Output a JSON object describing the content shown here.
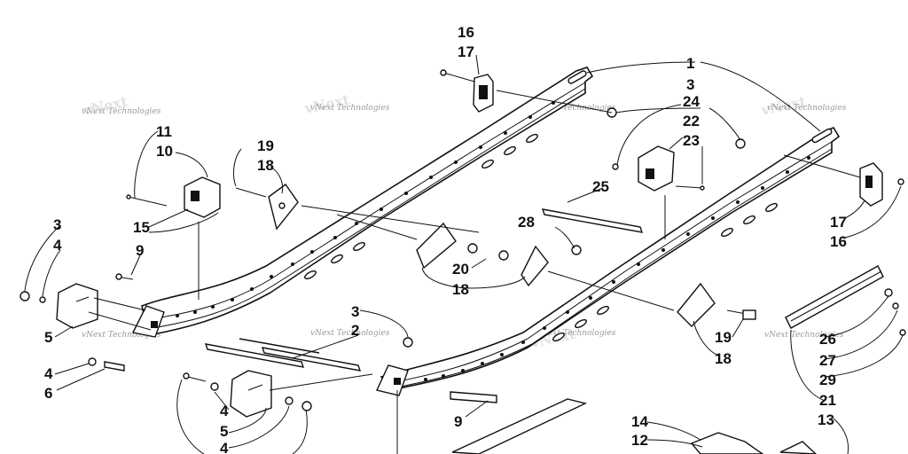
{
  "callouts": {
    "c1": "1",
    "c3a": "3",
    "c24": "24",
    "c22": "22",
    "c23": "23",
    "c25": "25",
    "c16a": "16",
    "c17a": "17",
    "c11": "11",
    "c10": "10",
    "c19a": "19",
    "c18a": "18",
    "c15": "15",
    "c3b": "3",
    "c4a": "4",
    "c9a": "9",
    "c5a": "5",
    "c4b": "4",
    "c6": "6",
    "c28a": "28",
    "c20": "20",
    "c18b": "18",
    "c17b": "17",
    "c16b": "16",
    "c3c": "3",
    "c2": "2",
    "c19b": "19",
    "c18c": "18",
    "c26": "26",
    "c27": "27",
    "c29": "29",
    "c21": "21",
    "c4c": "4",
    "c5b": "5",
    "c4d": "4",
    "c9b": "9",
    "c14": "14",
    "c12": "12",
    "c13": "13"
  },
  "watermark": {
    "text": "vNext Technologies"
  }
}
